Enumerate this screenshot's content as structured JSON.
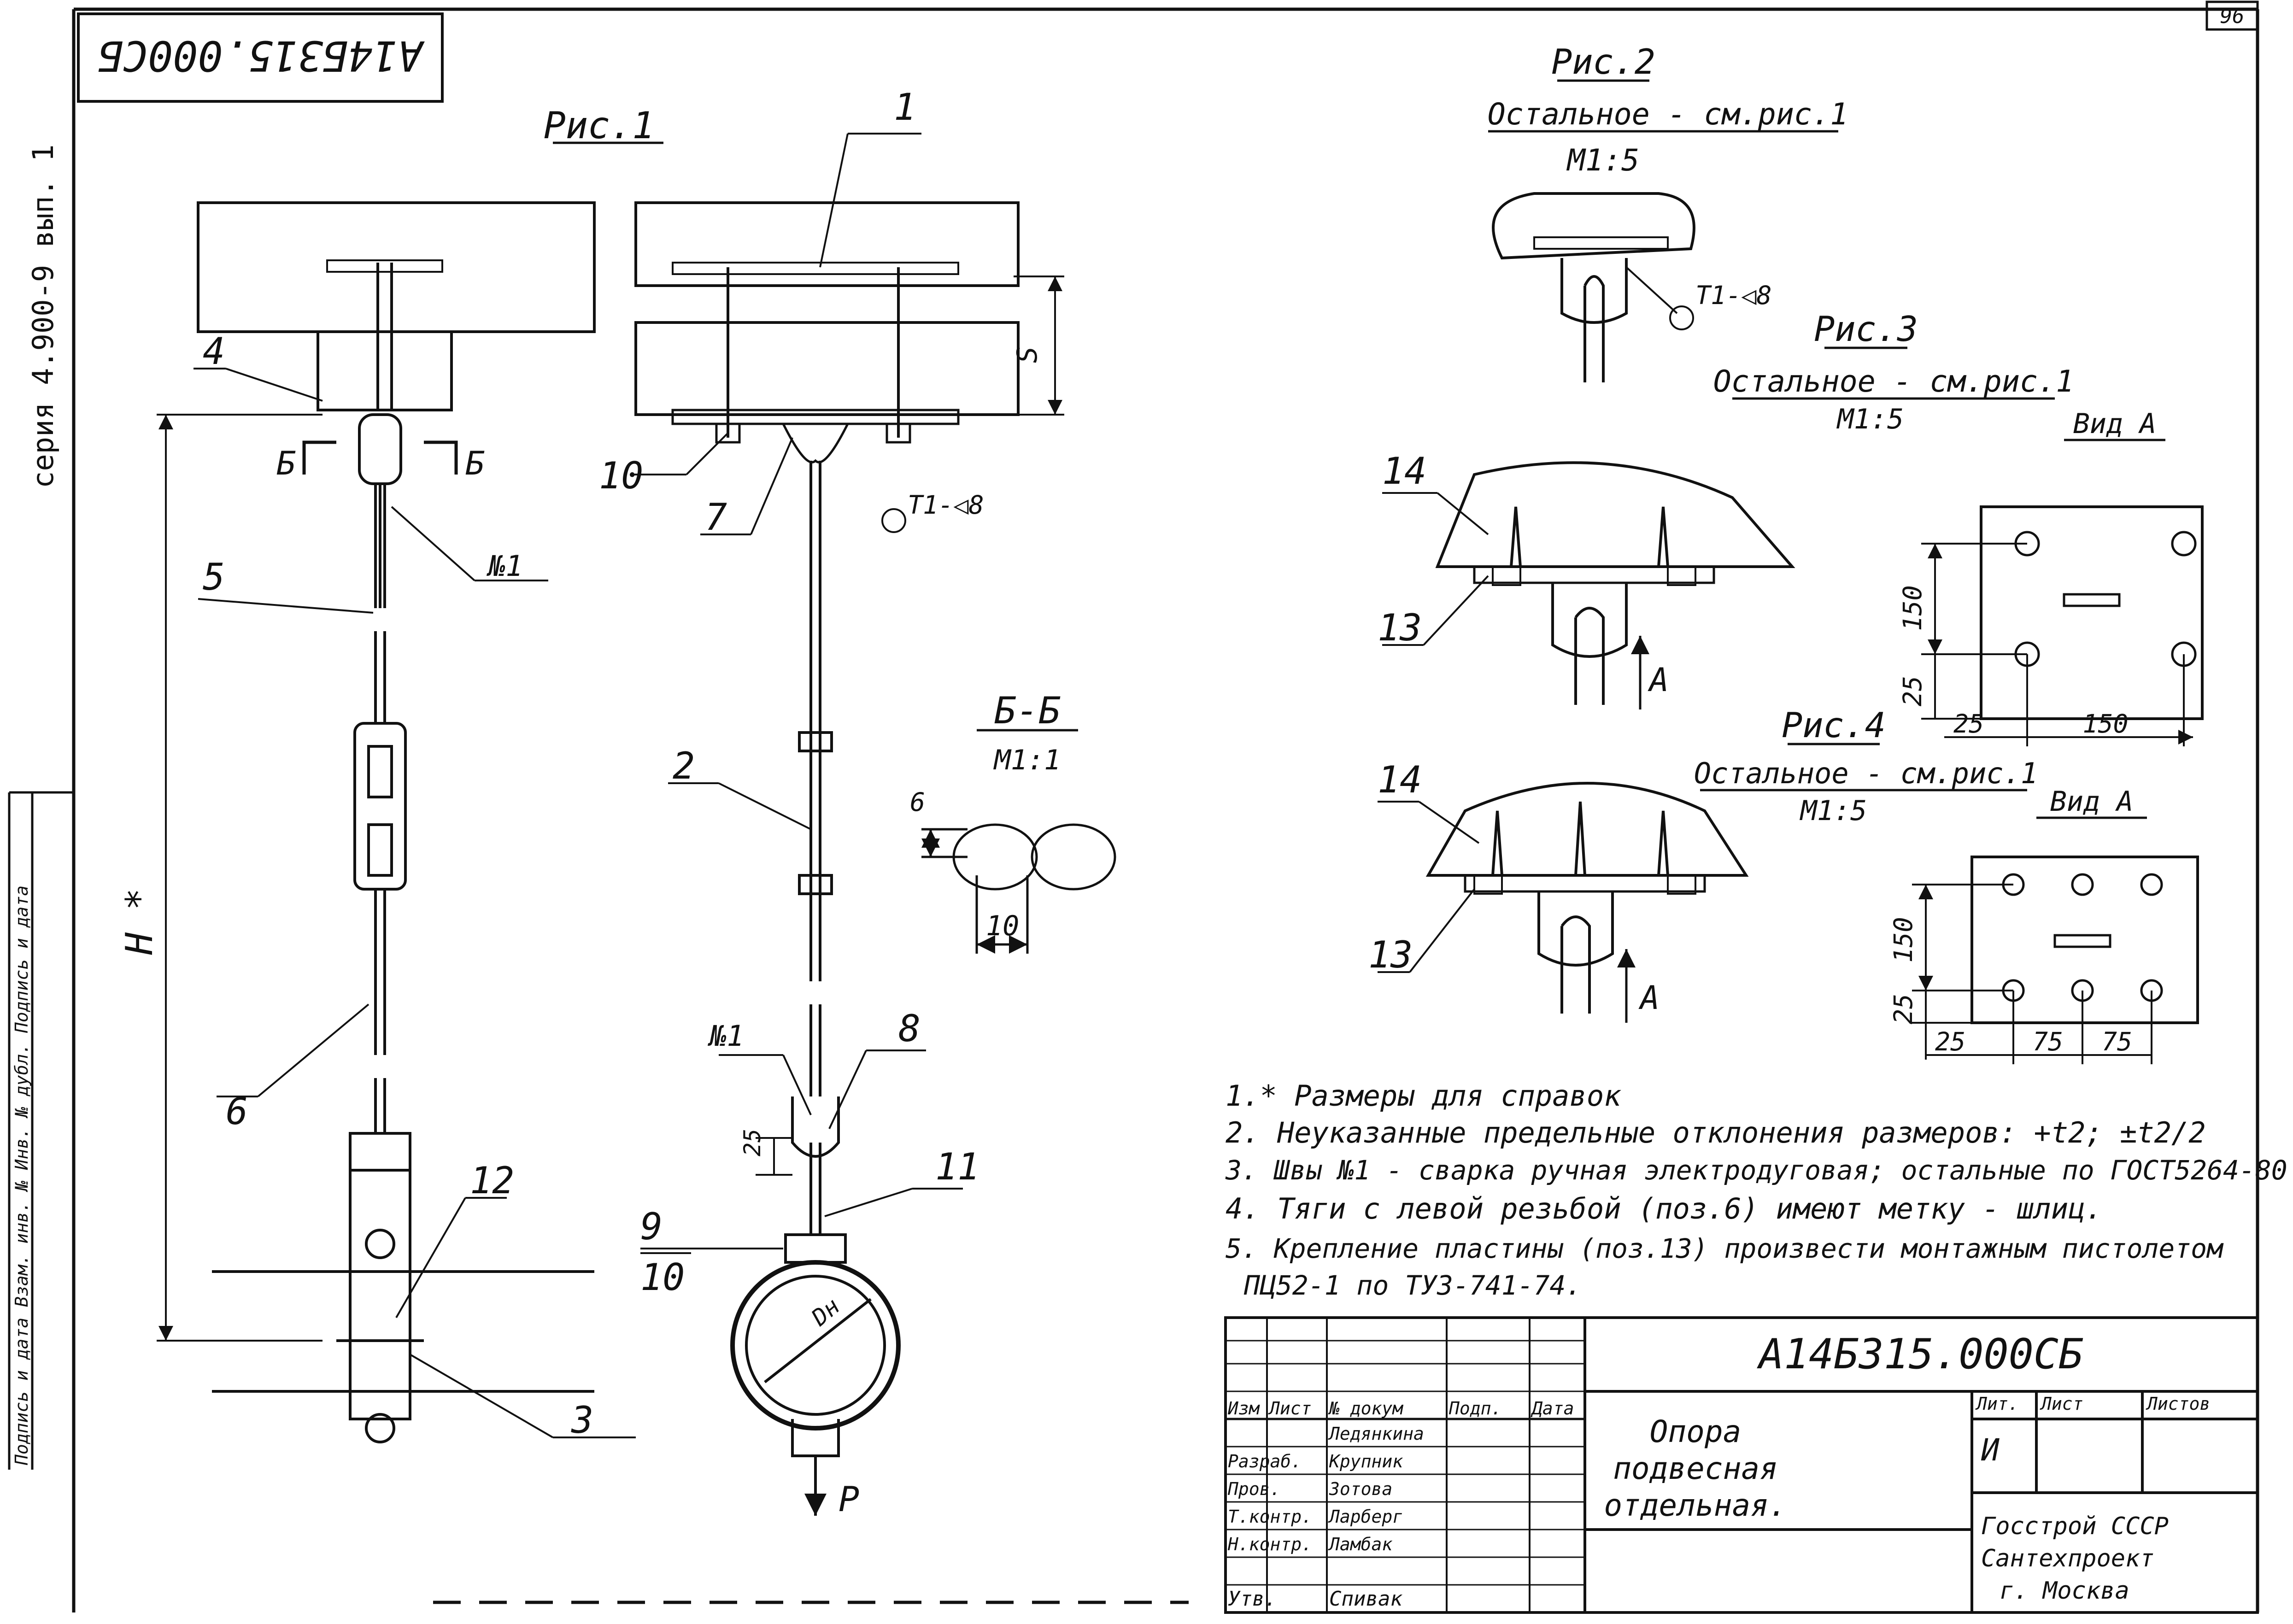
{
  "sheet": {
    "designation_stamp": "А14Б315.000СБ",
    "sheet_number": "96",
    "series_vertical": "серия 4.900-9 вып. 1",
    "left_strip_text": "Подпись и дата Взам. инв. № Инв. № дубл. Подпись и дата"
  },
  "fig1": {
    "title": "Рис.1",
    "section_mark": "Б",
    "weld_mark": "№1",
    "dimension_h": "Н *",
    "labels": [
      "1",
      "2",
      "3",
      "4",
      "5",
      "6",
      "7",
      "8",
      "9",
      "10",
      "10",
      "11",
      "12"
    ],
    "weld_note": "Т1-◁8",
    "dim_s": "S",
    "dim_25": "25",
    "dim_dh": "Dн",
    "load": "Р"
  },
  "section_bb": {
    "title": "Б-Б",
    "scale": "М1:1",
    "dim_6": "6",
    "dim_10": "10"
  },
  "fig2": {
    "title": "Рис.2",
    "subtitle": "Остальное - см.рис.1",
    "scale": "М1:5",
    "weld_note": "Т1-◁8"
  },
  "fig3": {
    "title": "Рис.3",
    "subtitle": "Остальное - см.рис.1",
    "scale": "М1:5",
    "labels": [
      "14",
      "13"
    ],
    "arrow": "А",
    "view_title": "Вид А",
    "dims": [
      "150",
      "25",
      "25",
      "150"
    ]
  },
  "fig4": {
    "title": "Рис.4",
    "subtitle": "Остальное - см.рис.1",
    "scale": "М1:5",
    "labels": [
      "14",
      "13"
    ],
    "arrow": "А",
    "view_title": "Вид А",
    "dims": [
      "150",
      "25",
      "25",
      "75",
      "75"
    ]
  },
  "notes": [
    "1.* Размеры для справок",
    "2. Неуказанные предельные отклонения размеров: +t2; ±t2/2",
    "3. Швы №1 - сварка ручная электродуговая; остальные по ГОСТ5264-80",
    "4. Тяги с левой резьбой (поз.6) имеют метку - шлиц.",
    "5. Крепление пластины (поз.13) произвести монтажным пистолетом",
    "ПЦ52-1 по ТУ3-741-74."
  ],
  "title_block": {
    "designation": "А14Б315.000СБ",
    "name_lines": [
      "Опора",
      "подвесная",
      "отдельная."
    ],
    "col_headers": [
      "Изм",
      "Лист",
      "№ докум",
      "Подп.",
      "Дата"
    ],
    "roles": [
      "Разраб.",
      "Пров.",
      "Т.контр.",
      "Н.контр.",
      "Утв."
    ],
    "surnames": [
      "Ледянкина",
      "Крупник",
      "Зотова",
      "Ларберг",
      "Ламбак",
      "Спивак"
    ],
    "lit_header": "Лит.",
    "sheet_header": "Лист",
    "sheets_header": "Листов",
    "lit_value": "И",
    "org_lines": [
      "Госстрой СССР",
      "Сантехпроект",
      "г. Москва"
    ]
  }
}
